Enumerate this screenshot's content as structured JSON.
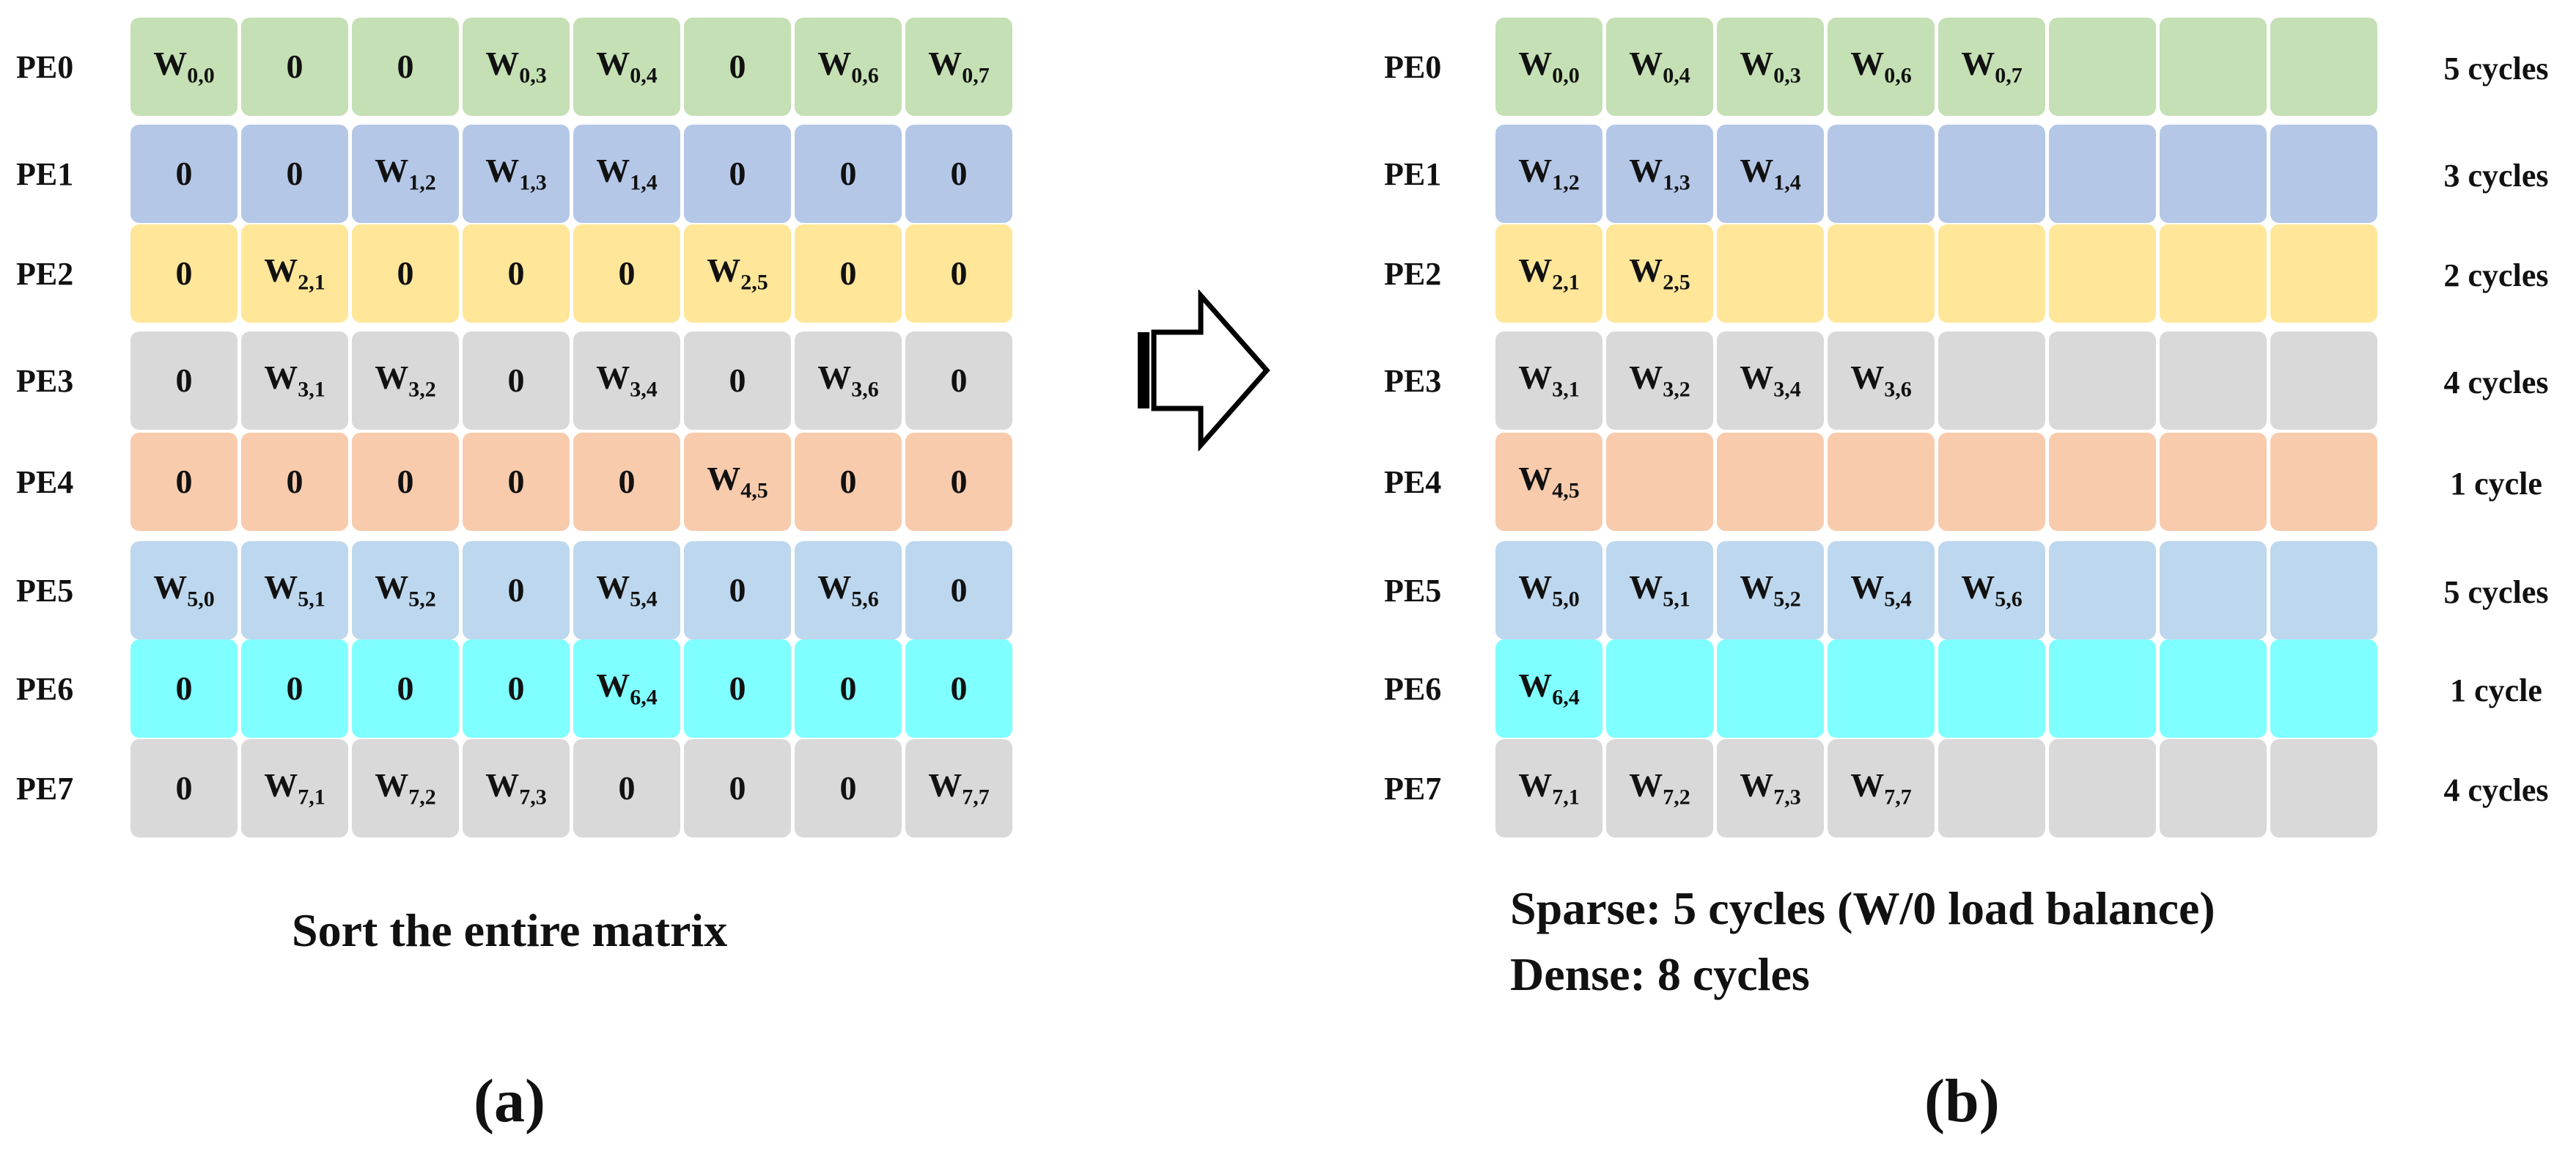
{
  "panel_a": {
    "row_labels": [
      "PE0",
      "PE1",
      "PE2",
      "PE3",
      "PE4",
      "PE5",
      "PE6",
      "PE7"
    ],
    "rows": [
      [
        "W|0,0",
        "0",
        "0",
        "W|0,3",
        "W|0,4",
        "0",
        "W|0,6",
        "W|0,7"
      ],
      [
        "0",
        "0",
        "W|1,2",
        "W|1,3",
        "W|1,4",
        "0",
        "0",
        "0"
      ],
      [
        "0",
        "W|2,1",
        "0",
        "0",
        "0",
        "W|2,5",
        "0",
        "0"
      ],
      [
        "0",
        "W|3,1",
        "W|3,2",
        "0",
        "W|3,4",
        "0",
        "W|3,6",
        "0"
      ],
      [
        "0",
        "0",
        "0",
        "0",
        "0",
        "W|4,5",
        "0",
        "0"
      ],
      [
        "W|5,0",
        "W|5,1",
        "W|5,2",
        "0",
        "W|5,4",
        "0",
        "W|5,6",
        "0"
      ],
      [
        "0",
        "0",
        "0",
        "0",
        "W|6,4",
        "0",
        "0",
        "0"
      ],
      [
        "0",
        "W|7,1",
        "W|7,2",
        "W|7,3",
        "0",
        "0",
        "0",
        "W|7,7"
      ]
    ],
    "caption": "Sort the entire matrix",
    "label": "(a)"
  },
  "panel_b": {
    "row_labels": [
      "PE0",
      "PE1",
      "PE2",
      "PE3",
      "PE4",
      "PE5",
      "PE6",
      "PE7"
    ],
    "rows": [
      [
        "W|0,0",
        "W|0,4",
        "W|0,3",
        "W|0,6",
        "W|0,7",
        "",
        "",
        ""
      ],
      [
        "W|1,2",
        "W|1,3",
        "W|1,4",
        "",
        "",
        "",
        "",
        ""
      ],
      [
        "W|2,1",
        "W|2,5",
        "",
        "",
        "",
        "",
        "",
        ""
      ],
      [
        "W|3,1",
        "W|3,2",
        "W|3,4",
        "W|3,6",
        "",
        "",
        "",
        ""
      ],
      [
        "W|4,5",
        "",
        "",
        "",
        "",
        "",
        "",
        ""
      ],
      [
        "W|5,0",
        "W|5,1",
        "W|5,2",
        "W|5,4",
        "W|5,6",
        "",
        "",
        ""
      ],
      [
        "W|6,4",
        "",
        "",
        "",
        "",
        "",
        "",
        ""
      ],
      [
        "W|7,1",
        "W|7,2",
        "W|7,3",
        "W|7,7",
        "",
        "",
        "",
        ""
      ]
    ],
    "cycles": [
      "5 cycles",
      "3 cycles",
      "2 cycles",
      "4 cycles",
      "1 cycle",
      "5 cycles",
      "1 cycle",
      "4 cycles"
    ],
    "sparse_text": "Sparse: 5 cycles (W/0 load balance)",
    "dense_text": "Dense: 8 cycles",
    "label": "(b)"
  },
  "row_colors": [
    "#c5e0b4",
    "#b4c7e7",
    "#ffe699",
    "#d9d9d9",
    "#f8cbad",
    "#bdd7ee",
    "#7fffff",
    "#d9d9d9"
  ],
  "arrow_icon": "right-arrow-icon"
}
